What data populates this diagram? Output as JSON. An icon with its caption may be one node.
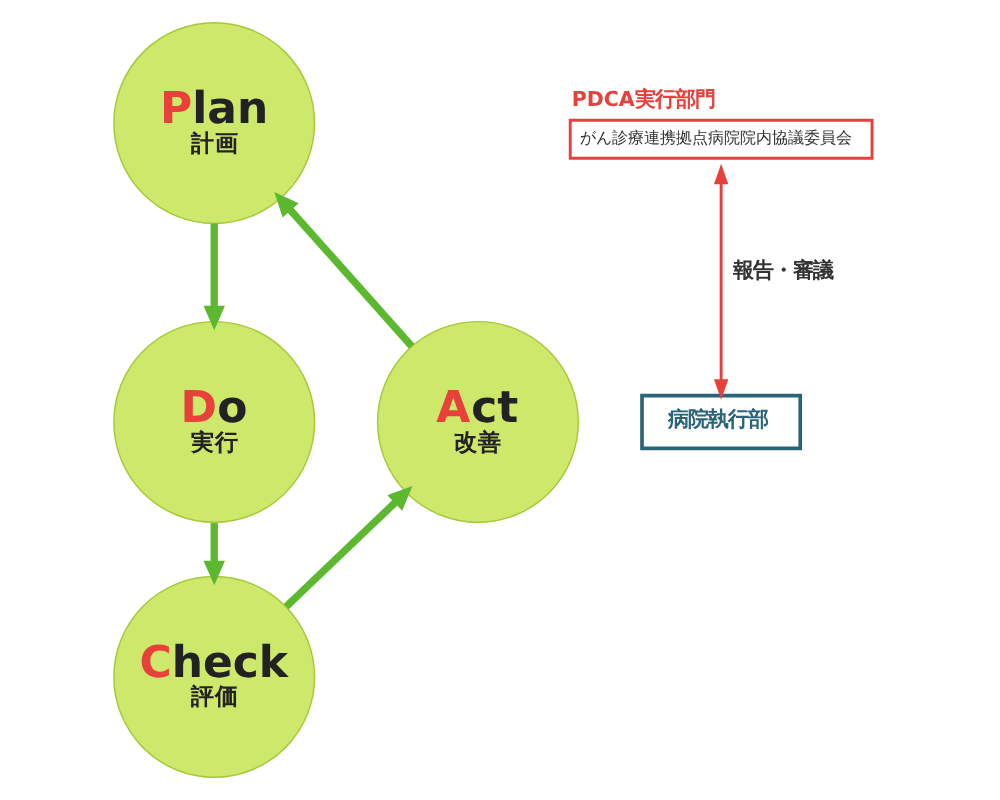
{
  "diagram": {
    "nodes": [
      {
        "text": [
          "Plan",
          "計画"
        ]
      },
      {
        "text": [
          "Do",
          "実行"
        ]
      },
      {
        "text": [
          "Check",
          "評価"
        ]
      },
      {
        "text": [
          "Act",
          "改善"
        ]
      },
      {
        "text": [
          "PDCA実行部門",
          "がん診療連携拠点病院院内協議委員会"
        ]
      },
      {
        "text": [
          "病院執行部"
        ]
      }
    ],
    "edges": [
      {
        "from": 0,
        "to": 1,
        "arrow": "to"
      },
      {
        "from": 1,
        "to": 2,
        "arrow": "to"
      },
      {
        "from": 2,
        "to": 3,
        "arrow": "to"
      },
      {
        "from": 3,
        "to": 0,
        "arrow": "to"
      },
      {
        "from": 4,
        "to": 5,
        "arrow": "both",
        "label": "報告・審議",
        "color": "#e8413c"
      }
    ]
  }
}
